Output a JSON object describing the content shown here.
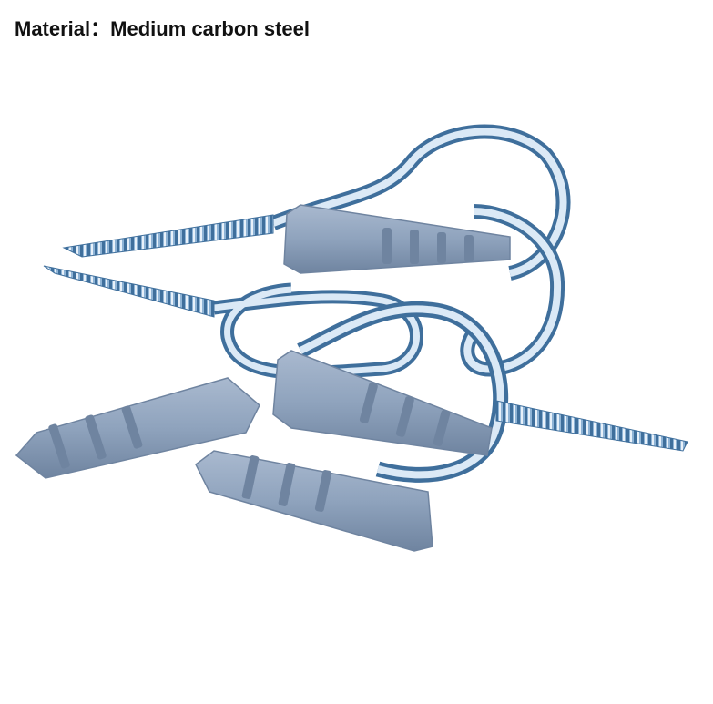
{
  "caption": "Material：Medium carbon steel",
  "colors": {
    "background": "#ffffff",
    "steel_light": "#e8f1fa",
    "steel_mid": "#8fb4d6",
    "steel_dark": "#3f6f9c",
    "plastic_anchor": "#8fa3bd",
    "plastic_shadow": "#6f84a0"
  },
  "objects": [
    "eye-screw",
    "eye-screw",
    "cup-hook-screw",
    "cup-hook-screw",
    "plastic-wall-anchor",
    "plastic-wall-anchor",
    "plastic-wall-anchor",
    "plastic-wall-anchor"
  ]
}
